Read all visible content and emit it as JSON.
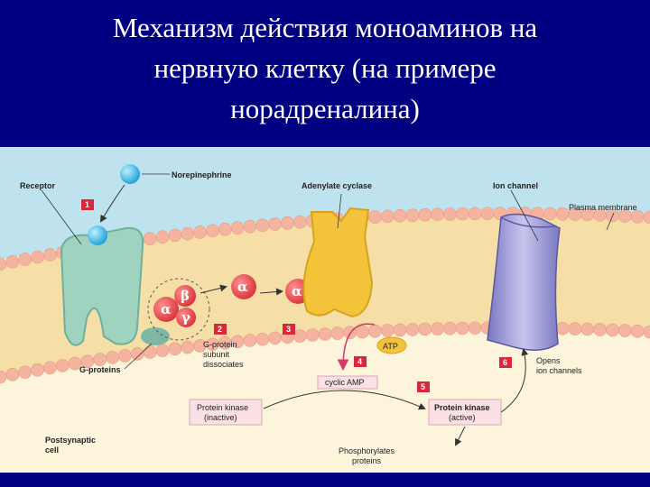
{
  "title": {
    "line1": "Механизм действия моноаминов на",
    "line2": "нервную клетку (на примере",
    "line3": "норадреналина)"
  },
  "diagram": {
    "labels": {
      "receptor": "Receptor",
      "norepinephrine": "Norepinephrine",
      "adenylate_cyclase": "Adenylate cyclase",
      "ion_channel": "Ion channel",
      "plasma_membrane": "Plasma membrane",
      "g_proteins": "G-proteins",
      "g_protein_dissociates_1": "G-protein",
      "g_protein_dissociates_2": "subunit",
      "g_protein_dissociates_3": "dissociates",
      "atp": "ATP",
      "cyclic_amp": "cyclic AMP",
      "pk_inactive_1": "Protein kinase",
      "pk_inactive_2": "(inactive)",
      "pk_active_1": "Protein kinase",
      "pk_active_2": "(active)",
      "opens_1": "Opens",
      "opens_2": "ion channels",
      "postsynaptic_1": "Postsynaptic",
      "postsynaptic_2": "cell",
      "phospho_1": "Phosphorylates",
      "phospho_2": "proteins"
    },
    "subunits": {
      "alpha": "α",
      "beta": "β",
      "gamma": "γ"
    },
    "steps": [
      "1",
      "2",
      "3",
      "4",
      "5",
      "6"
    ],
    "colors": {
      "membrane_head": "#f4b4a0",
      "membrane_core": "#f6dfa6",
      "extracellular": "#bfe3ee",
      "receptor": "#9fd3c0",
      "cyclase": "#f3c43a",
      "ion_channel": "#9c9ad6",
      "g_protein": "#e8474c",
      "step_box": "#d8283a"
    }
  }
}
